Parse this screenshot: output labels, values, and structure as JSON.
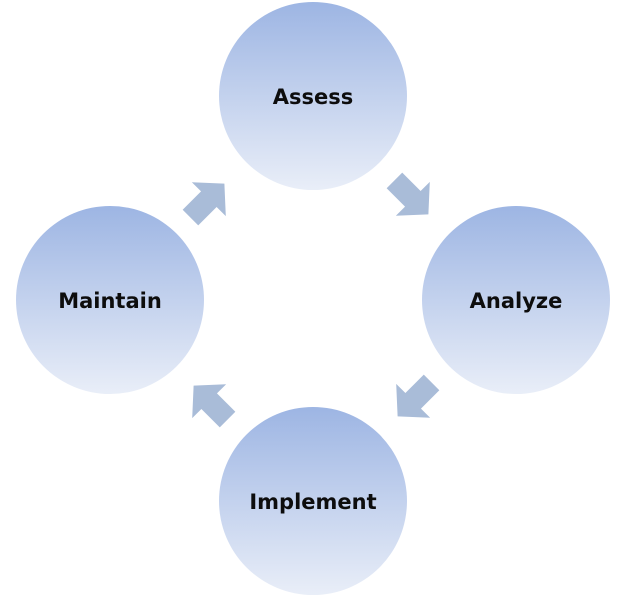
{
  "diagram": {
    "type": "cycle",
    "stages": [
      {
        "id": "assess",
        "label": "Assess"
      },
      {
        "id": "analyze",
        "label": "Analyze"
      },
      {
        "id": "implement",
        "label": "Implement"
      },
      {
        "id": "maintain",
        "label": "Maintain"
      }
    ],
    "direction": "clockwise",
    "colors": {
      "circle_top": "#9db5e3",
      "circle_bottom": "#e9eef8",
      "arrow": "#a9bcd8",
      "text": "#0d0d0d",
      "background": "#ffffff"
    }
  }
}
